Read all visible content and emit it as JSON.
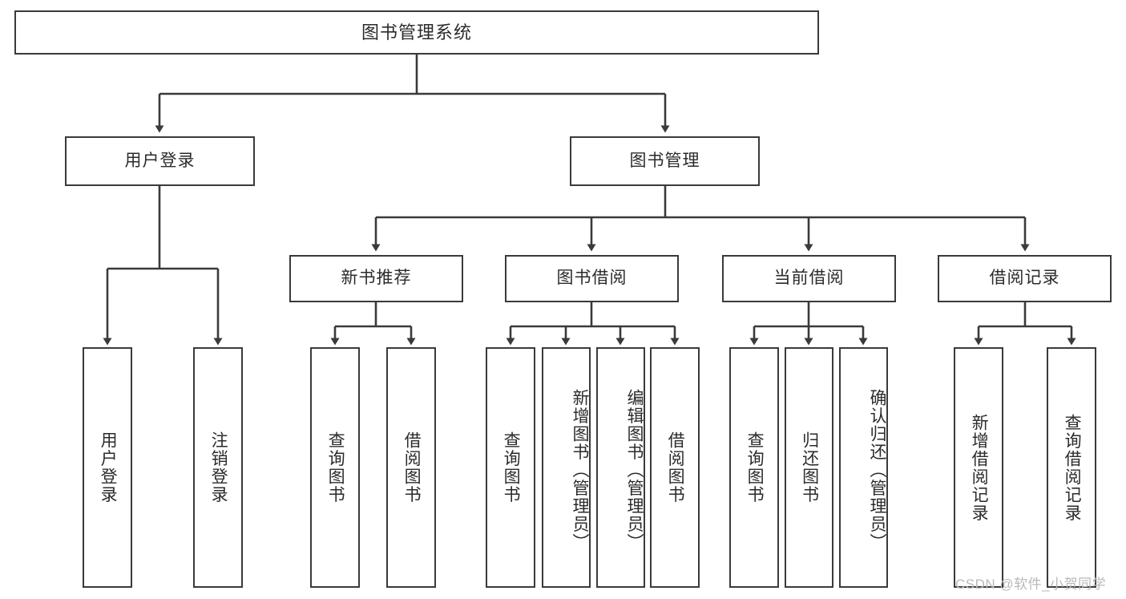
{
  "diagram": {
    "title": "图书管理系统",
    "type": "hierarchy-tree",
    "watermark": "CSDN @软件_小贺同学",
    "colors": {
      "stroke": "#3a3a3a",
      "text": "#2b2b2b",
      "background": "#ffffff",
      "watermark": "#b9b9b9"
    },
    "root": {
      "label": "图书管理系统"
    },
    "level2": [
      {
        "label": "用户登录"
      },
      {
        "label": "图书管理"
      }
    ],
    "level3": [
      {
        "label": "新书推荐"
      },
      {
        "label": "图书借阅"
      },
      {
        "label": "当前借阅"
      },
      {
        "label": "借阅记录"
      }
    ],
    "leaves": {
      "user_login": [
        {
          "label": "用户登录"
        },
        {
          "label": "注销登录"
        }
      ],
      "new_book": [
        {
          "label": "查询图书"
        },
        {
          "label": "借阅图书"
        }
      ],
      "book_borrow": [
        {
          "label": "查询图书"
        },
        {
          "label": "新增图书（管理员）"
        },
        {
          "label": "编辑图书（管理员）"
        },
        {
          "label": "借阅图书"
        }
      ],
      "current_borrow": [
        {
          "label": "查询图书"
        },
        {
          "label": "归还图书"
        },
        {
          "label": "确认归还（管理员）"
        }
      ],
      "borrow_record": [
        {
          "label": "新增借阅记录"
        },
        {
          "label": "查询借阅记录"
        }
      ]
    }
  }
}
